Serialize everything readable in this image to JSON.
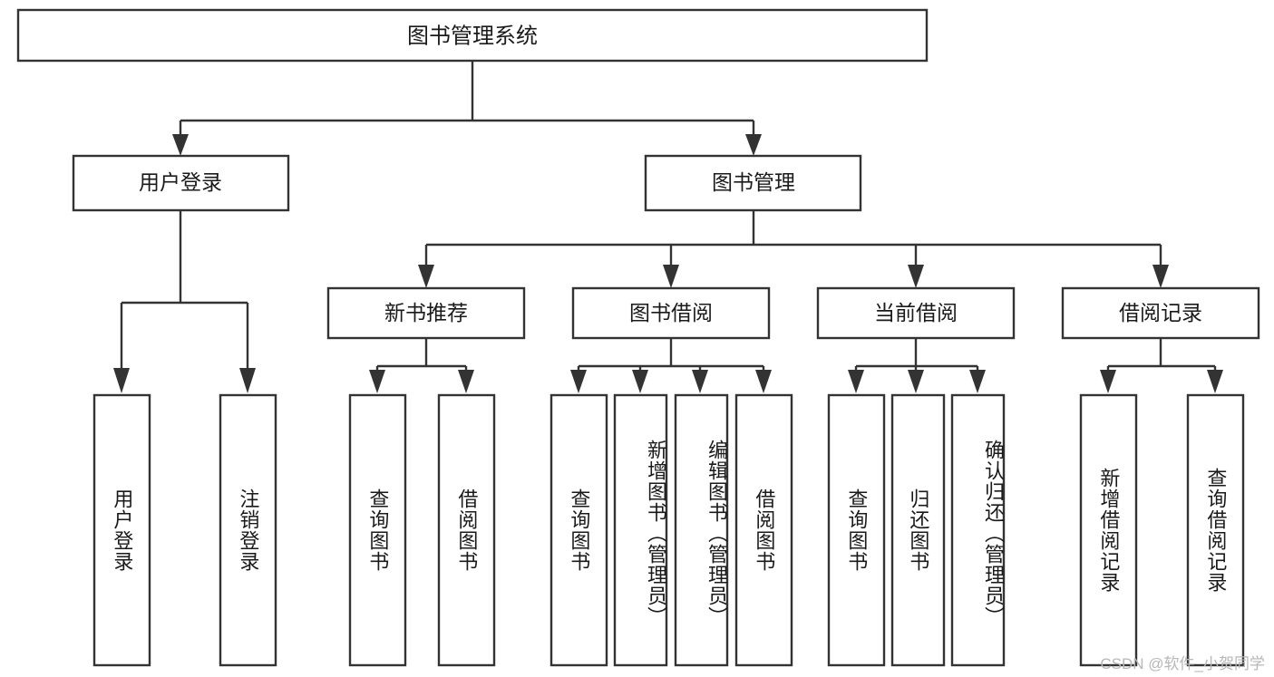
{
  "diagram": {
    "type": "tree",
    "title_node": {
      "id": "root",
      "label": "图书管理系统"
    },
    "level2": [
      {
        "id": "user-login",
        "label": "用户登录"
      },
      {
        "id": "book-manage",
        "label": "图书管理"
      }
    ],
    "level3": [
      {
        "id": "new-book-rec",
        "label": "新书推荐",
        "parent": "book-manage"
      },
      {
        "id": "book-borrow",
        "label": "图书借阅",
        "parent": "book-manage"
      },
      {
        "id": "current-borrow",
        "label": "当前借阅",
        "parent": "book-manage"
      },
      {
        "id": "borrow-record",
        "label": "借阅记录",
        "parent": "book-manage"
      }
    ],
    "leaves": [
      {
        "id": "leaf-user-login",
        "label": "用户登录",
        "parent": "user-login"
      },
      {
        "id": "leaf-logout",
        "label": "注销登录",
        "parent": "user-login"
      },
      {
        "id": "leaf-query-book-1",
        "label": "查询图书",
        "parent": "new-book-rec"
      },
      {
        "id": "leaf-borrow-book-1",
        "label": "借阅图书",
        "parent": "new-book-rec"
      },
      {
        "id": "leaf-query-book-2",
        "label": "查询图书",
        "parent": "book-borrow"
      },
      {
        "id": "leaf-add-book",
        "label": "新增图书（管理员）",
        "parent": "book-borrow"
      },
      {
        "id": "leaf-edit-book",
        "label": "编辑图书（管理员）",
        "parent": "book-borrow"
      },
      {
        "id": "leaf-borrow-book-2",
        "label": "借阅图书",
        "parent": "book-borrow"
      },
      {
        "id": "leaf-query-book-3",
        "label": "查询图书",
        "parent": "current-borrow"
      },
      {
        "id": "leaf-return-book",
        "label": "归还图书",
        "parent": "current-borrow"
      },
      {
        "id": "leaf-confirm-return",
        "label": "确认归还（管理员）",
        "parent": "current-borrow"
      },
      {
        "id": "leaf-add-record",
        "label": "新增借阅记录",
        "parent": "borrow-record"
      },
      {
        "id": "leaf-query-record",
        "label": "查询借阅记录",
        "parent": "borrow-record"
      }
    ],
    "colors": {
      "stroke": "#333333",
      "box_fill": "#ffffff",
      "text": "#1a1a1a",
      "background": "#ffffff",
      "watermark": "#b7b7b7"
    }
  },
  "watermark": {
    "text": "CSDN @软件_小贺同学"
  }
}
